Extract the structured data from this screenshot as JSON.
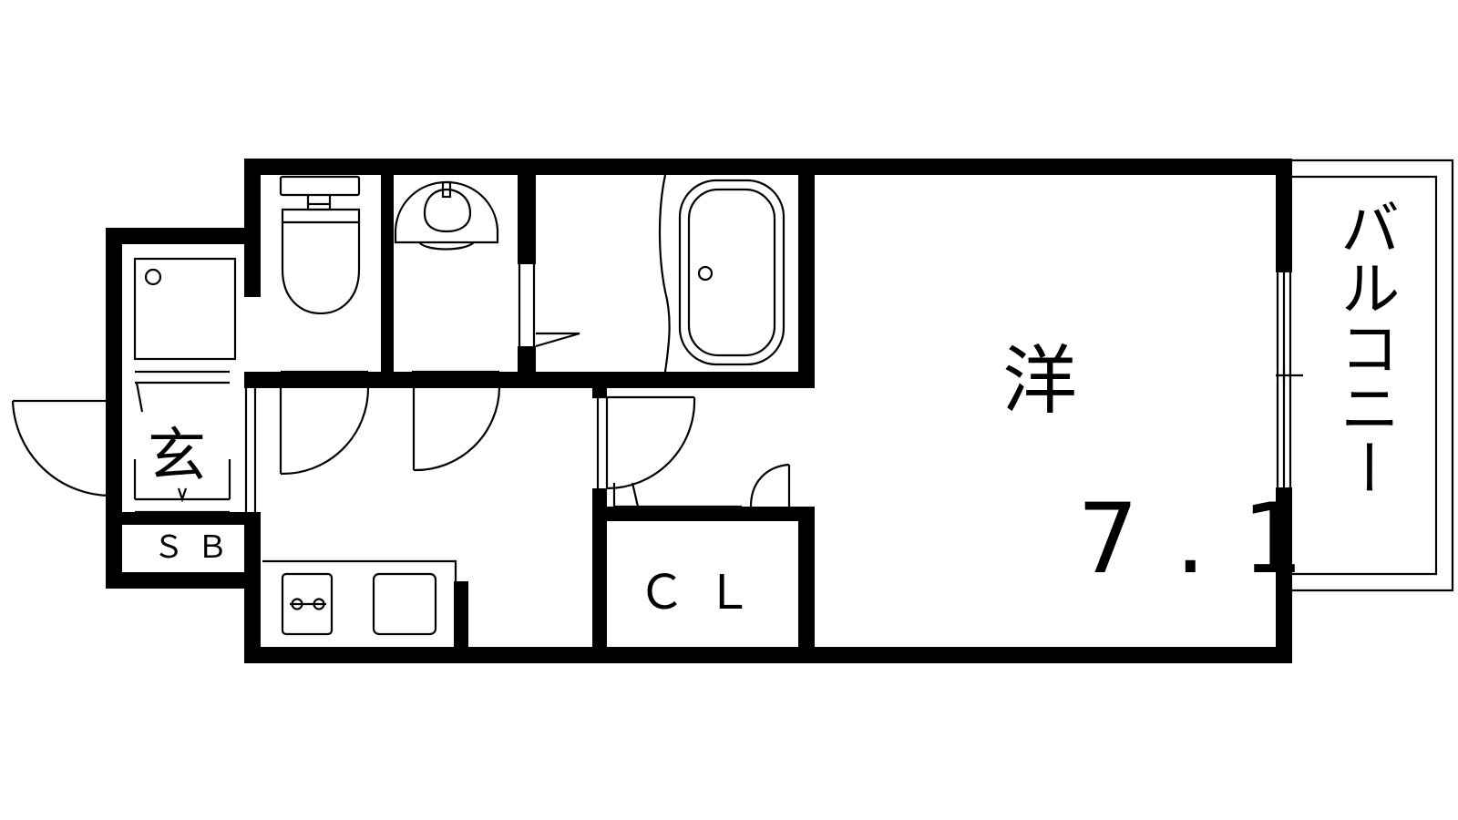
{
  "rooms": {
    "western": {
      "label": "洋",
      "size": "7.1"
    },
    "entrance": {
      "label": "玄"
    },
    "shoe_box": {
      "label": "ＳＢ"
    },
    "closet": {
      "label": "ＣＬ"
    },
    "balcony": {
      "label": "バルコニー"
    }
  },
  "colors": {
    "line": "#000000",
    "background": "#ffffff"
  }
}
